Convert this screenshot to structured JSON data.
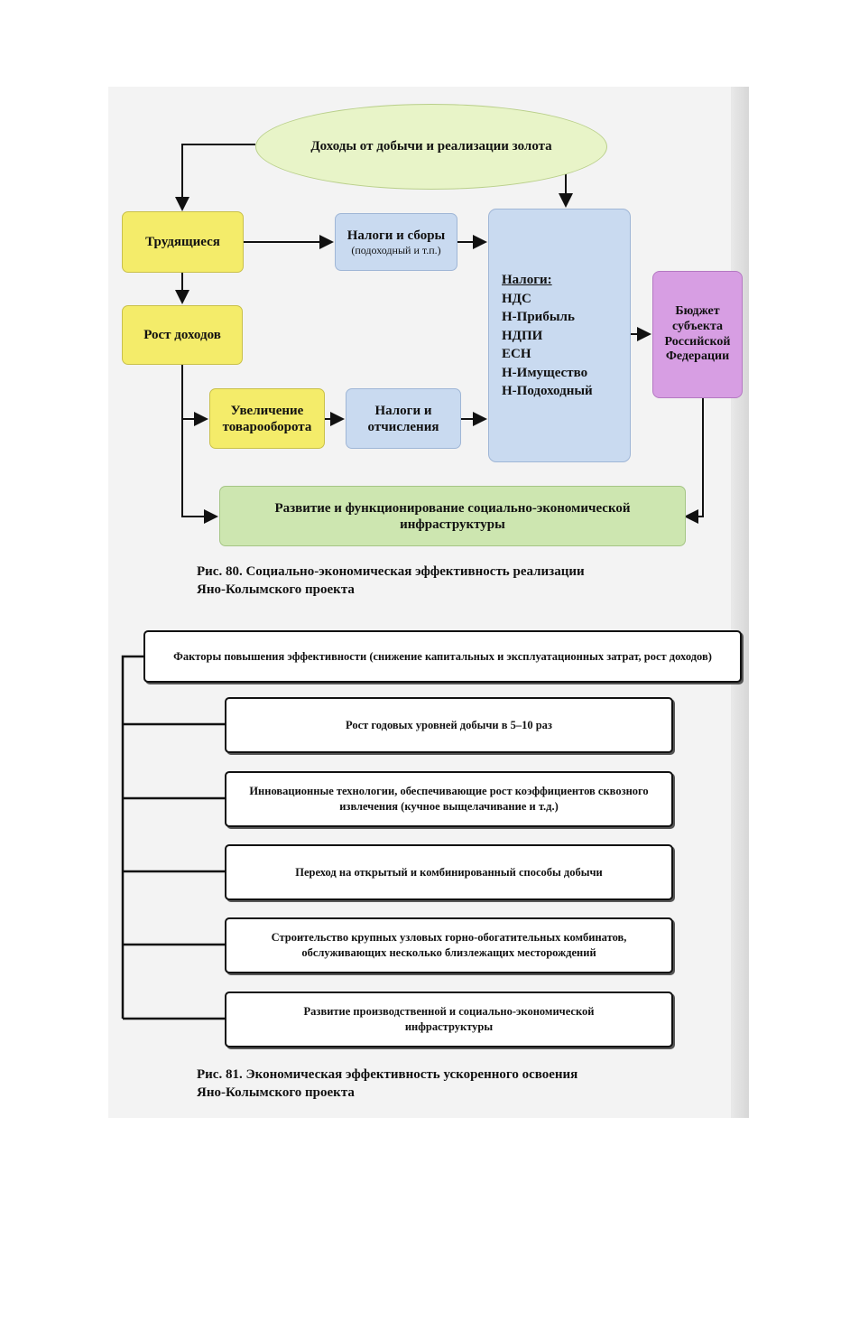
{
  "fig80": {
    "income_source": "Доходы от добычи и реализации золота",
    "workers": "Трудящиеся",
    "income_growth": "Рост доходов",
    "trade_growth": "Увеличение товарооборота",
    "taxes_fees": {
      "title": "Налоги и сборы",
      "note": "(подоходный и т.п.)"
    },
    "taxes_deductions": "Налоги и отчисления",
    "taxes": {
      "title": "Налоги:",
      "items": [
        "НДС",
        "Н-Прибыль",
        "НДПИ",
        "ЕСН",
        "Н-Имущество",
        "Н-Подоходный"
      ]
    },
    "budget": "Бюджет субъекта Российской Федерации",
    "infrastructure": "Развитие и функционирование социально-экономической инфраструктуры",
    "caption_line1": "Рис. 80. Социально-экономическая эффективность реализации",
    "caption_line2": "Яно-Колымского проекта"
  },
  "fig81": {
    "header": "Факторы повышения эффективности (снижение капитальных и эксплуатационных затрат, рост доходов)",
    "factors": [
      "Рост годовых уровней добычи в 5–10 раз",
      "Инновационные технологии, обеспечивающие рост коэффициентов сквозного извлечения (кучное выщелачивание и т.д.)",
      "Переход на открытый и комбинированный способы добычи",
      "Строительство крупных узловых горно-обогатительных комбинатов, обслуживающих несколько близлежащих месторождений",
      "Развитие производственной и социально-экономической инфраструктуры"
    ],
    "caption_line1": "Рис. 81. Экономическая эффективность ускоренного освоения",
    "caption_line2": "Яно-Колымского проекта"
  }
}
